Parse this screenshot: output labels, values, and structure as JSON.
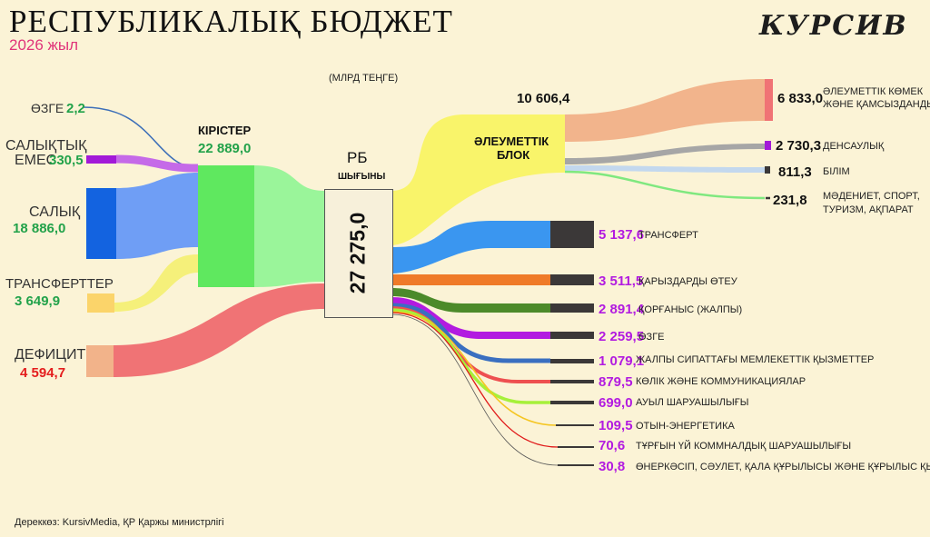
{
  "title": "РЕСПУБЛИКАЛЫҚ БЮДЖЕТ",
  "year": "2026 жыл",
  "brand": "КУРСИВ",
  "unit": "(МЛРД ТЕҢГЕ)",
  "source": "Дереккөз: KursivMedia, ҚР Қаржы министрлігі",
  "revenue": {
    "label": "КІРІСТЕР",
    "value": "22 889,0",
    "sources": [
      {
        "label": "ӨЗГЕ",
        "value": "2,2"
      },
      {
        "label": "САЛЫҚТЫҚ ЕМЕС",
        "label1": "САЛЫҚТЫҚ",
        "label2": "ЕМЕС",
        "value": "330,5"
      },
      {
        "label": "САЛЫҚ",
        "value": "18 886,0"
      }
    ]
  },
  "transfers_in": {
    "label": "ТРАНСФЕРТТЕР",
    "value": "3 649,9"
  },
  "deficit": {
    "label": "ДЕФИЦИТ",
    "value": "4 594,7"
  },
  "spending": {
    "label1": "РБ",
    "label2": "ШЫҒЫНЫ",
    "value": "27 275,0"
  },
  "social": {
    "label1": "ӘЛЕУМЕТТІК",
    "label2": "БЛОК",
    "value": "10 606,4",
    "items": [
      {
        "value": "6 833,0",
        "line1": "ӘЛЕУМЕТТІК КӨМЕК",
        "line2": "ЖӘНЕ ҚАМСЫЗДАНДЫРУ"
      },
      {
        "value": "2 730,3",
        "line1": "ДЕНСАУЛЫҚ"
      },
      {
        "value": "811,3",
        "line1": "БІЛІМ"
      },
      {
        "value": "231,8",
        "line1": "МӘДЕНИЕТ, СПОРТ,",
        "line2": "ТУРИЗМ, АҚПАРАТ"
      }
    ]
  },
  "outflows": [
    {
      "value": "5 137,6",
      "label": "ТРАНСФЕРТ"
    },
    {
      "value": "3 511,5",
      "label": "ҚАРЫЗДАРДЫ ӨТЕУ"
    },
    {
      "value": "2 891,4",
      "label": "ҚОРҒАНЫС (ЖАЛПЫ)"
    },
    {
      "value": "2 259,5",
      "label": "ӨЗГЕ"
    },
    {
      "value": "1 079,1",
      "label": "ЖАЛПЫ СИПАТТАҒЫ МЕМЛЕКЕТТІК ҚЫЗМЕТТЕР"
    },
    {
      "value": "879,5",
      "label": "КӨЛІК ЖӘНЕ КОММУНИКАЦИЯЛАР"
    },
    {
      "value": "699,0",
      "label": "АУЫЛ ШАРУАШЫЛЫҒЫ"
    },
    {
      "value": "109,5",
      "label": "ОТЫН-ЭНЕРГЕТИКА"
    },
    {
      "value": "70,6",
      "label": "ТҰРҒЫН ҮЙ КОММНАЛДЫҚ ШАРУАШЫЛЫҒЫ"
    },
    {
      "value": "30,8",
      "label": "ӨНЕРКӘСІП, СӘУЛЕТ, ҚАЛА ҚҰРЫЛЫСЫ ЖӘНЕ ҚҰРЫЛЫС ҚЫЗМЕТІ"
    }
  ],
  "colors": {
    "tax": "#6f9ef5",
    "tax_bar": "#1363e0",
    "nontax": "#c56ae8",
    "nontax_bar": "#a21ad8",
    "other_in": "#3d6fb8",
    "transfers_in": "#f5f07a",
    "transfers_bar": "#fbd46a",
    "deficit": "#f07375",
    "deficit_bar": "#f2b38a",
    "revenue_node": "#5fe85f",
    "revenue_flow": "#9af59a",
    "social": "#f9f46a",
    "social_help": "#f2b48c",
    "health": "#a6a6a6",
    "education": "#c3d8ee",
    "culture": "#7fe87f",
    "transfer_out": "#3a96f0",
    "debt": "#ef7a28",
    "defense": "#4c8a2a",
    "other_out": "#b21be0",
    "general": "#3a6fc0",
    "transport": "#ee5050",
    "agri": "#a6f03a",
    "energy": "#f5c623",
    "housing": "#e01a1a",
    "industry": "#777777",
    "bar_dark": "#3b3838"
  }
}
